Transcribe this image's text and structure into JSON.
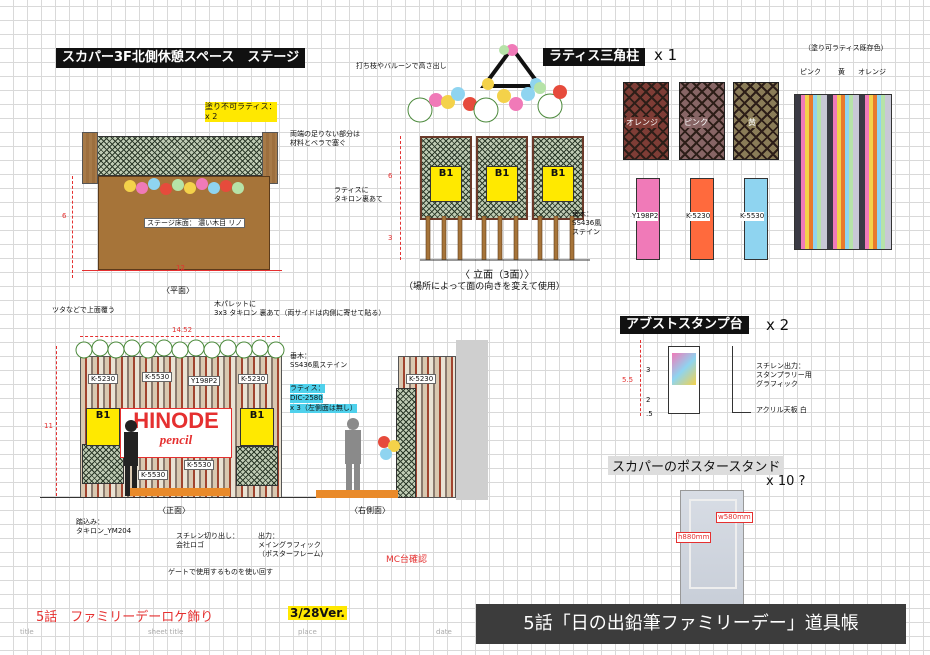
{
  "titles": {
    "main": "スカパー3F北側休憩スペース　ステージ",
    "lattice_column": "ラティス三角柱",
    "lattice_column_qty": "x 1",
    "stamp_table": "アブストスタンプ台",
    "stamp_table_qty": "x 2",
    "poster_stand": "スカパーのポスタースタンド",
    "poster_stand_qty": "x 10 ?",
    "existing_colors": "（塗り可ラティス既存色）",
    "footer_left": "5話　ファミリーデーロケ飾り",
    "footer_version": "3/28Ver.",
    "footer_right": "5話「日の出鉛筆ファミリーデー」道具帳",
    "mc": "MC台確認"
  },
  "plan": {
    "note_lattice": "塗り不可ラティス：\nx 2",
    "note_ends": "両端の足りない部分は\n材料とベラで塞ぐ",
    "floor": "ステージ床面：\n濃い木目 リノ",
    "dim_depth": "6",
    "dim_width": "12",
    "caption": "〈平面〉"
  },
  "elevation": {
    "note_top": "打ち枝やバルーンで高さ出し",
    "note_lattice": "ラティスに\nタキロン裏あて",
    "note_post": "垂木：\nSS436風\nステイン",
    "dim_upper": "6",
    "dim_lower": "3",
    "caption": "〈 立面（3面）〉",
    "caption_sub": "（場所によって面の向きを変えて使用）",
    "poster": "B1"
  },
  "swatches": {
    "lattice": [
      "オレンジ",
      "ピンク",
      "黄"
    ],
    "paint": [
      "Y198P2",
      "K-5230",
      "K-5530"
    ],
    "paint_colors": [
      "#f07ab8",
      "#ff6a3d",
      "#8fd4f0"
    ],
    "photo_labels": [
      "ピンク",
      "黄",
      "オレンジ"
    ]
  },
  "front": {
    "note_ivy": "ツタなどで上面覆う",
    "note_pallet": "木パレットに\n3x3 タキロン 裏あて（両サイドは内側に寄せて貼る）",
    "note_post": "垂木：\nSS436風ステイン",
    "note_lattice_top": "ラティス：",
    "note_lattice_code": "DIC-2580",
    "note_lattice_qty": "x 3（左側面は無し）",
    "dim_width": "14.52",
    "dim_height": "11",
    "labels": [
      "K-5230",
      "K-5530",
      "Y198P2",
      "K-5230",
      "K-5530",
      "K-5530"
    ],
    "poster_left": "B1",
    "poster_right": "B1",
    "logo_top": "HINODE",
    "logo_bottom": "pencil",
    "caption": "〈正面〉",
    "caption_side": "〈右側面〉",
    "side_label": "K-5230",
    "note_floor": "踏込み：\nタキロン_YM204",
    "note_logo": "スチレン切り出し：\n会社ロゴ",
    "note_output": "出力：\nメイングラフィック\n（ポスターフレーム）",
    "note_gate": "ゲートで使用するものを使い回す"
  },
  "stamp": {
    "note_graphic": "スチレン出力：\nスタンプラリー用\nグラフィック",
    "note_top": "アクリル天板 白",
    "dim_total": "5.5",
    "dim_a": "3",
    "dim_b": "2",
    "dim_c": ".5"
  },
  "poster_stand_dims": {
    "w": "w580mm",
    "h": "h880mm"
  },
  "footer_fields": [
    "title",
    "sheet title",
    "place",
    "date"
  ]
}
